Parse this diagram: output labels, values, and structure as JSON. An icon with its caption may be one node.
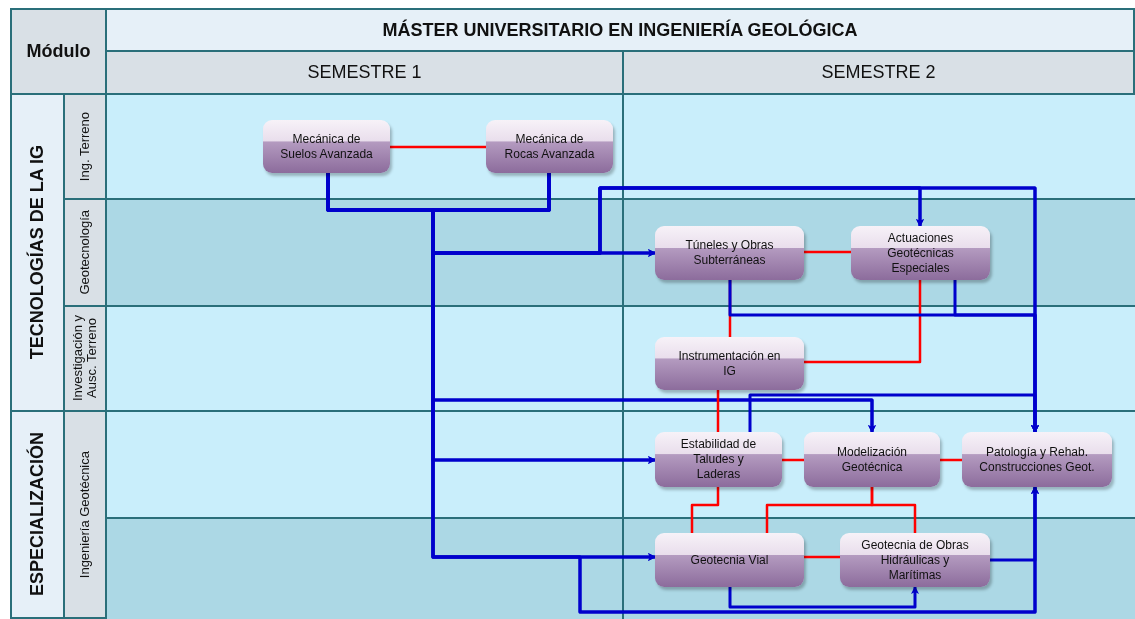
{
  "diagram": {
    "title": "MÁSTER UNIVERSITARIO EN INGENIERÍA GEOLÓGICA",
    "nodes": [
      {
        "text": [
          "Mecánica de Suelos Avanzada"
        ]
      },
      {
        "text": [
          "Mecánica de Rocas Avanzada"
        ]
      },
      {
        "text": [
          "Túneles y Obras Subterráneas"
        ]
      },
      {
        "text": [
          "Actuaciones Geotécnicas Especiales"
        ]
      },
      {
        "text": [
          "Instrumentación en IG"
        ]
      },
      {
        "text": [
          "Estabilidad de Taludes y Laderas"
        ]
      },
      {
        "text": [
          "Modelización Geotécnica"
        ]
      },
      {
        "text": [
          "Patología y Rehab. Construcciones Geot."
        ]
      },
      {
        "text": [
          "Geotecnia Vial"
        ]
      },
      {
        "text": [
          "Geotecnia de Obras Hidráulicas y Marítimas"
        ]
      }
    ],
    "edges": [
      {
        "from": 0,
        "to": 1,
        "arrow": "none",
        "color": "#ff0000"
      },
      {
        "from": 0,
        "to": 2,
        "arrow": "to"
      },
      {
        "from": 1,
        "to": 2,
        "arrow": "to"
      },
      {
        "from": 0,
        "to": 3,
        "arrow": "to"
      },
      {
        "from": 1,
        "to": 3,
        "arrow": "to"
      },
      {
        "from": 0,
        "to": 7,
        "arrow": "to"
      },
      {
        "from": 1,
        "to": 7,
        "arrow": "to"
      },
      {
        "from": 0,
        "to": 6,
        "arrow": "to"
      },
      {
        "from": 1,
        "to": 6,
        "arrow": "to"
      },
      {
        "from": 0,
        "to": 5,
        "arrow": "to"
      },
      {
        "from": 1,
        "to": 5,
        "arrow": "to"
      },
      {
        "from": 0,
        "to": 8,
        "arrow": "to"
      },
      {
        "from": 1,
        "to": 8,
        "arrow": "to"
      },
      {
        "from": 0,
        "to": 7,
        "arrow": "to"
      },
      {
        "from": 1,
        "to": 7,
        "arrow": "to"
      },
      {
        "from": 2,
        "to": 3,
        "arrow": "none",
        "color": "#ff0000"
      },
      {
        "from": 2,
        "to": 4,
        "arrow": "none",
        "color": "#ff0000"
      },
      {
        "from": 3,
        "to": 4,
        "arrow": "none",
        "color": "#ff0000"
      },
      {
        "from": 2,
        "to": 7,
        "arrow": "to"
      },
      {
        "from": 3,
        "to": 7,
        "arrow": "to"
      },
      {
        "from": 4,
        "to": 5,
        "arrow": "none",
        "color": "#ff0000"
      },
      {
        "from": 5,
        "to": 7,
        "arrow": "to"
      },
      {
        "from": 5,
        "to": 6,
        "arrow": "none",
        "color": "#ff0000"
      },
      {
        "from": 6,
        "to": 7,
        "arrow": "none",
        "color": "#ff0000"
      },
      {
        "from": 5,
        "to": 8,
        "arrow": "none",
        "color": "#ff0000"
      },
      {
        "from": 6,
        "to": 8,
        "arrow": "none",
        "color": "#ff0000"
      },
      {
        "from": 6,
        "to": 9,
        "arrow": "none",
        "color": "#ff0000"
      },
      {
        "from": 8,
        "to": 9,
        "arrow": "none",
        "color": "#ff0000"
      },
      {
        "from": 8,
        "to": 9,
        "arrow": "to"
      },
      {
        "from": 9,
        "to": 7,
        "arrow": "to"
      }
    ],
    "labels": [
      "Módulo",
      "SEMESTRE 1",
      "SEMESTRE 2",
      "TECNOLOGÍAS DE LA IG",
      "Ing. Terreno",
      "Geotecnología",
      "Investigación y Ausc. Terreno",
      "ESPECIALIZACIÓN",
      "Ingeniería Geotécnica"
    ]
  }
}
